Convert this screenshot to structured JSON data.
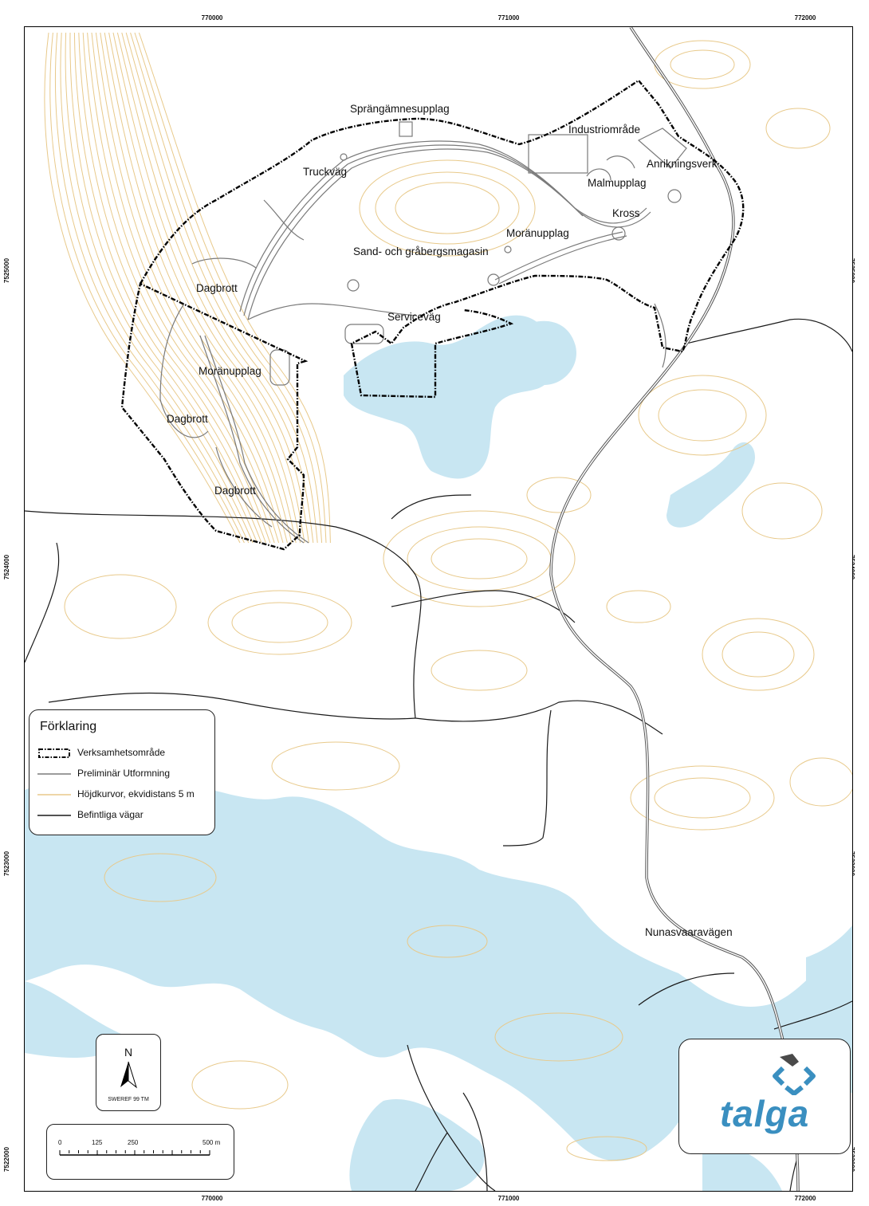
{
  "colors": {
    "water": "#c8e6f2",
    "contour": "#e8c98a",
    "existing_road": "#1a1a1a",
    "design": "#7a7a7a",
    "boundary": "#000000",
    "logo_text": "#3a8fc0",
    "logo_mark": "#3a8fc0",
    "logo_mark_dark": "#4a4a4a"
  },
  "axis": {
    "x_ticks": [
      "770000",
      "771000",
      "772000"
    ],
    "y_ticks": [
      "7525000",
      "7524000",
      "7523000",
      "7522000"
    ]
  },
  "place_labels": {
    "sprangamnesupplag": "Sprängämnesupplag",
    "industriomrade": "Industriområde",
    "anrikningsverk": "Anrikningsverk",
    "truckvag": "Truckväg",
    "malmupplag": "Malmupplag",
    "kross": "Kross",
    "moranupplag_1": "Moränupplag",
    "sand_grabergsmagasin": "Sand- och gråbergsmagasin",
    "dagbrott_1": "Dagbrott",
    "servicevag": "Serviceväg",
    "moranupplag_2": "Moränupplag",
    "dagbrott_2": "Dagbrott",
    "dagbrott_3": "Dagbrott",
    "nunasvaaravagen": "Nunasvaaravägen"
  },
  "legend": {
    "title": "Förklaring",
    "items": [
      {
        "label": "Verksamhetsområde",
        "symbol": "dash-dot-box"
      },
      {
        "label": "Preliminär Utformning",
        "symbol": "grey-line"
      },
      {
        "label": "Höjdkurvor, ekvidistans 5 m",
        "symbol": "contour-line"
      },
      {
        "label": "Befintliga vägar",
        "symbol": "black-line"
      }
    ]
  },
  "north_arrow": {
    "letter": "N",
    "crs": "SWEREF 99 TM",
    "icon": "north-arrow-icon"
  },
  "scale_bar": {
    "labels": [
      "0",
      "125",
      "250",
      "500 m"
    ]
  },
  "logo": {
    "text": "talga",
    "icon": "talga-mark-icon"
  }
}
